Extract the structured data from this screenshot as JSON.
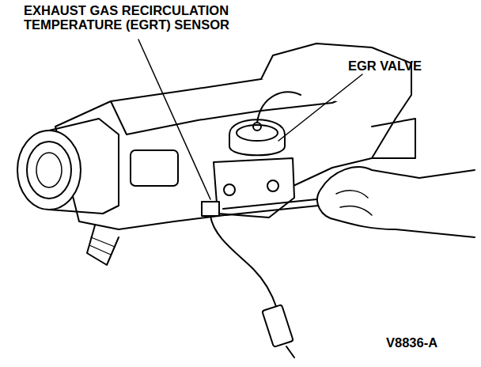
{
  "diagram": {
    "labels": [
      "EXHAUST GAS RECIRCULATION TEMPERATURE (EGRT) SENSOR",
      "EGR VALVE",
      "V8836-A"
    ]
  }
}
